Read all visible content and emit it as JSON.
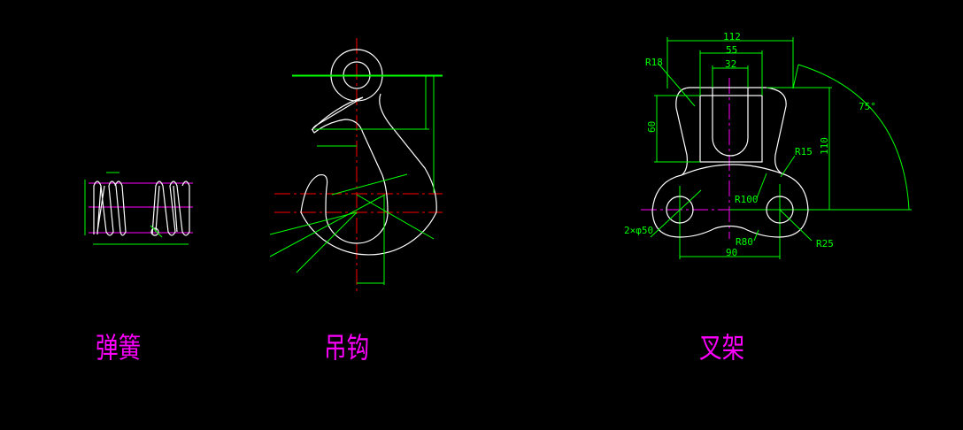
{
  "colors": {
    "background": "#000000",
    "outline": "#ffffff",
    "dimension": "#00ff00",
    "centerline": "#ff00ff",
    "hook_centerline": "#ff0000"
  },
  "drawings": [
    {
      "title": "弹簧",
      "dimensions": []
    },
    {
      "title": "吊钩",
      "dimensions": []
    },
    {
      "title": "叉架",
      "dimensions": [
        "112",
        "55",
        "32",
        "R18",
        "60",
        "75°",
        "110",
        "R15",
        "R100",
        "2×φ50",
        "R80",
        "R25",
        "90"
      ]
    }
  ]
}
